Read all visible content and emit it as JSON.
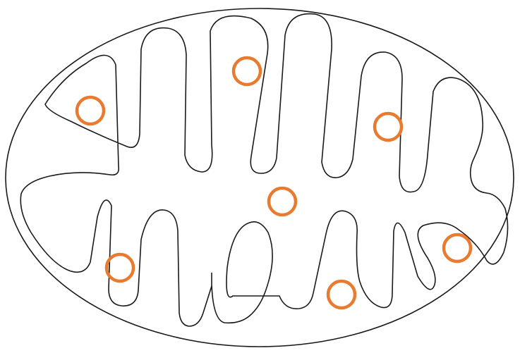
{
  "diagram": {
    "subject": "mitochondrion",
    "background_color": "#ffffff",
    "outline_color": "#1a1a1a",
    "accent_color": "#e87b2f",
    "outer_membrane": {
      "shape": "ellipse"
    },
    "inner_membrane": {
      "shape": "folded cristae"
    },
    "circles": {
      "count": 7,
      "shape": "ring"
    }
  }
}
